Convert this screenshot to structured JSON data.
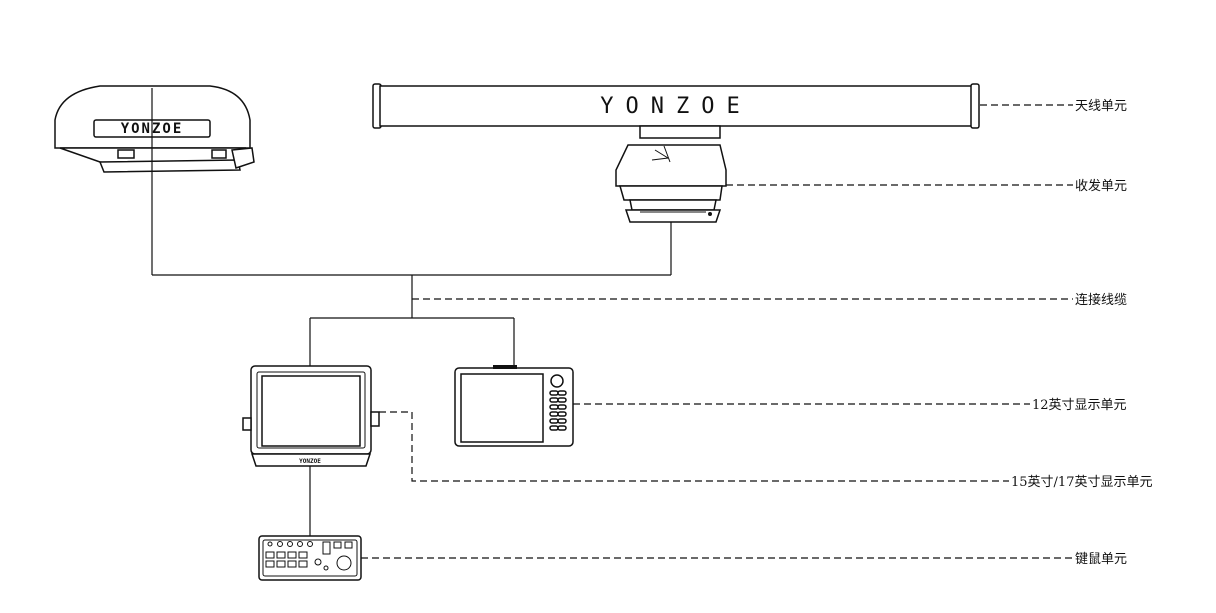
{
  "brand": {
    "dome_brand": "YONZOE",
    "antenna_brand": "YONZOE",
    "display_brand": "YONZOE"
  },
  "labels": {
    "antenna_unit": "天线单元",
    "transceiver_unit": "收发单元",
    "connecting_cable": "连接线缆",
    "display_12": "12英寸显示单元",
    "display_15_17": "15英寸/17英寸显示单元",
    "keyboard_mouse_unit": "键鼠单元"
  }
}
